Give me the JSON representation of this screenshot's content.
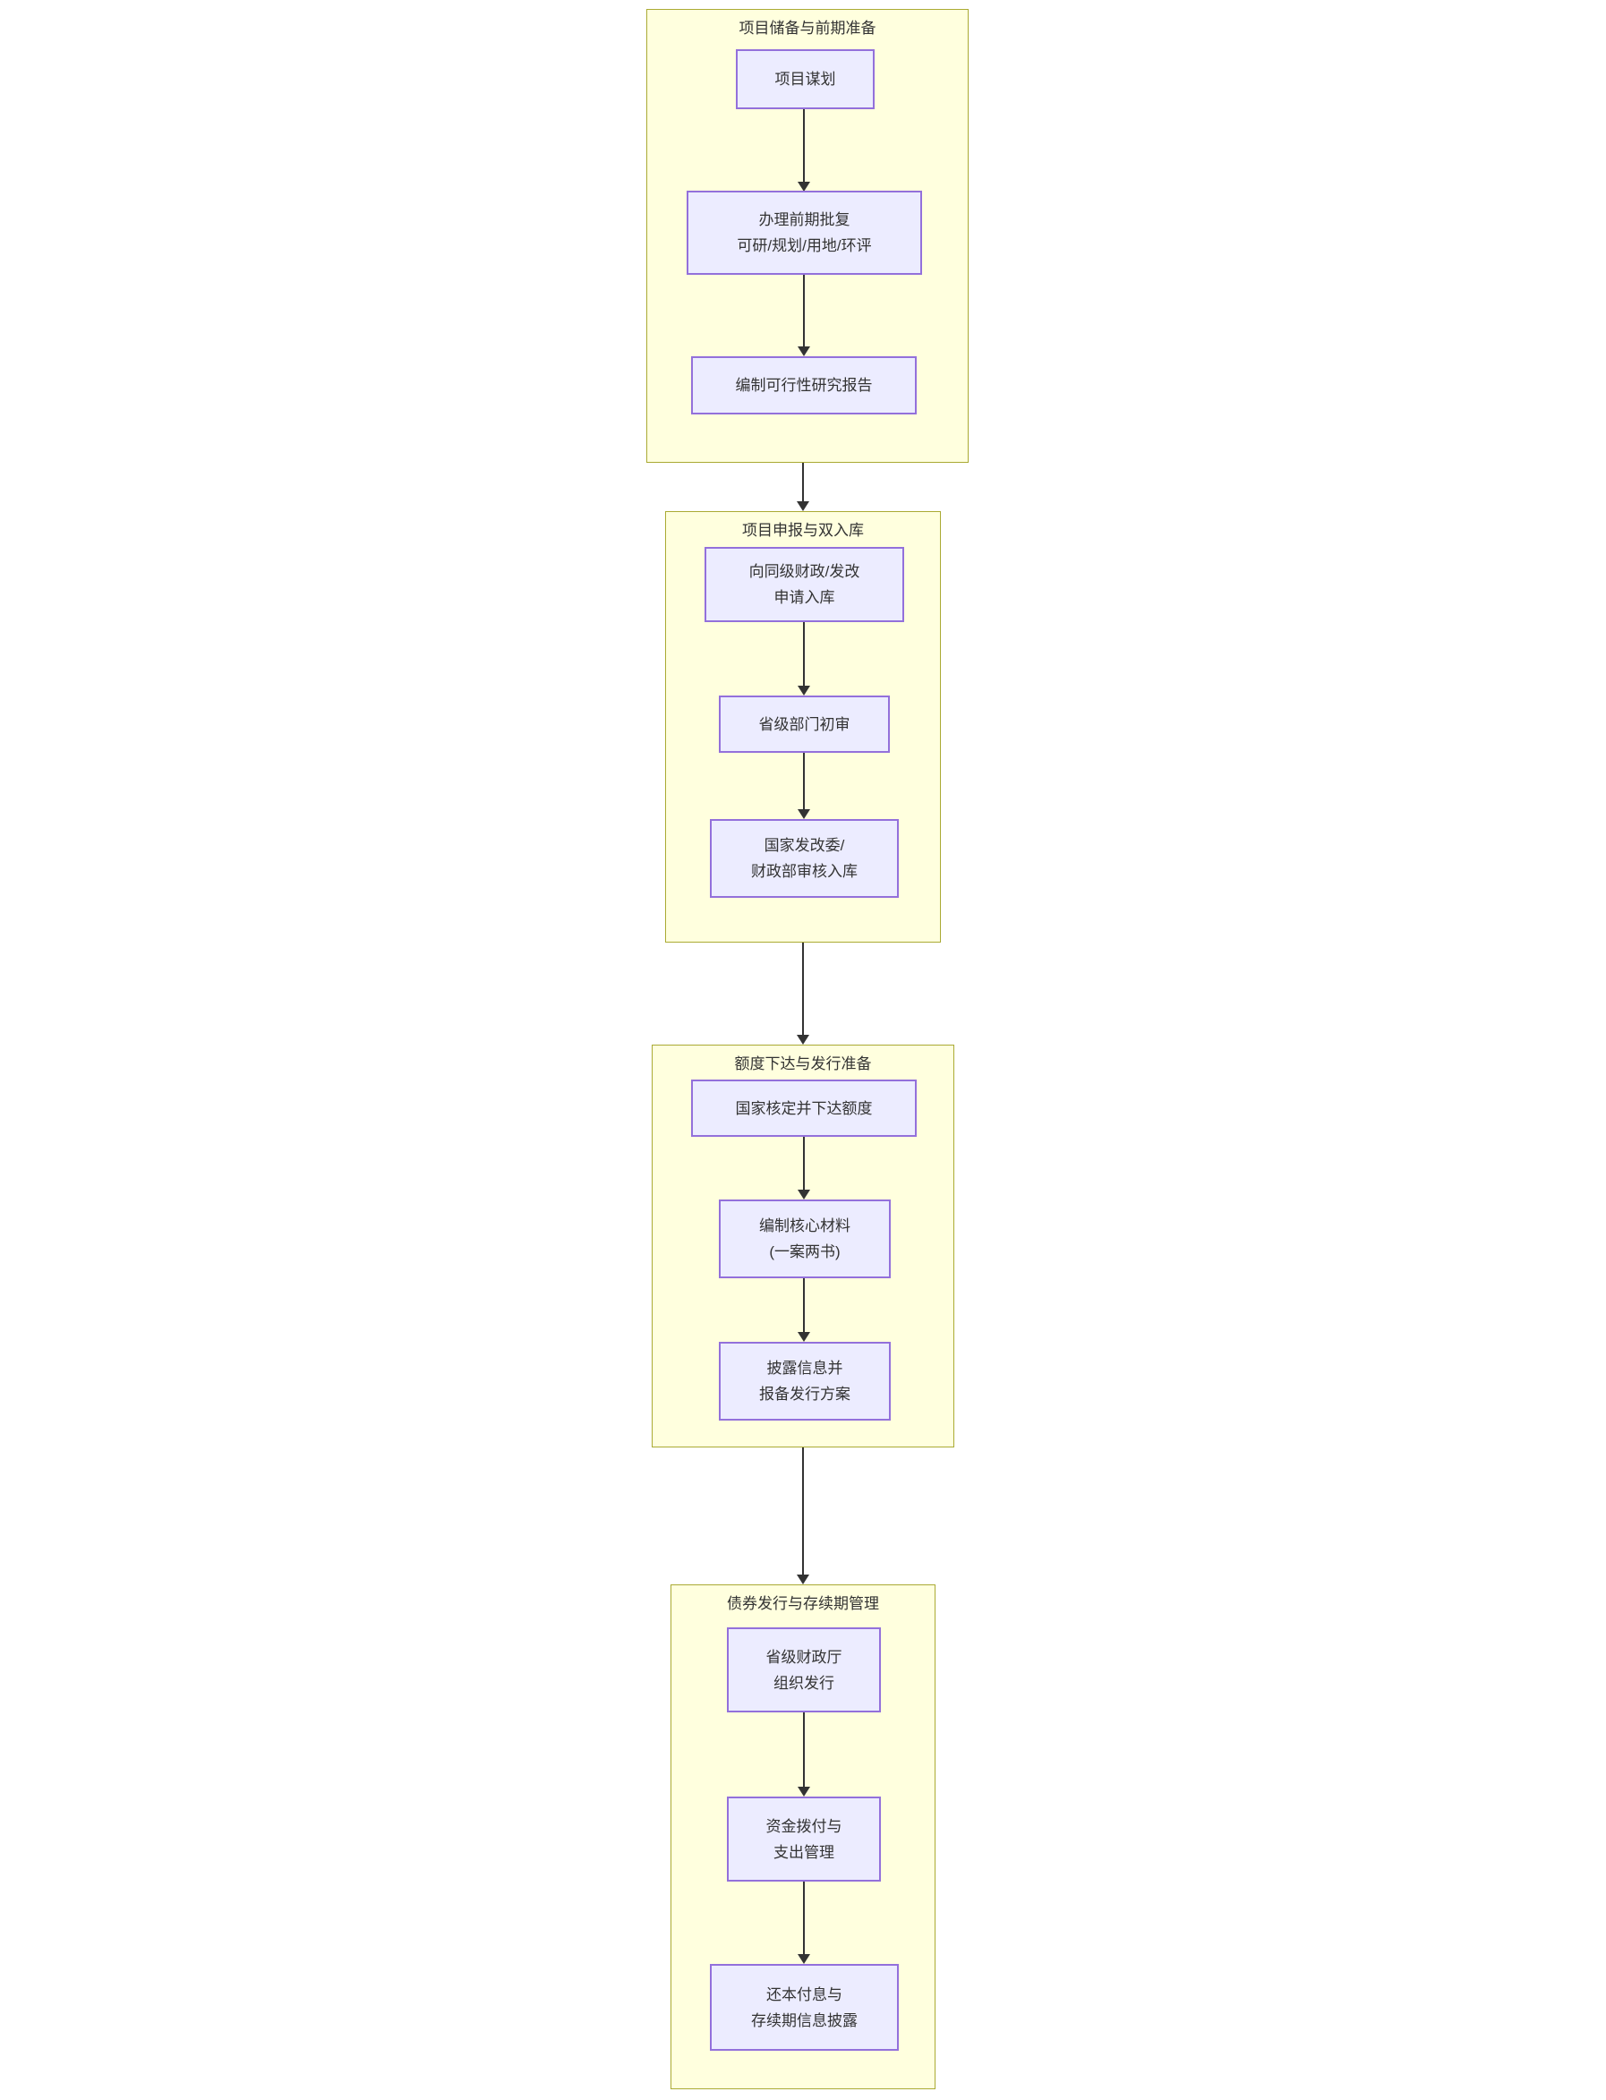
{
  "diagram": {
    "type": "flowchart",
    "direction": "top-to-bottom",
    "colors": {
      "page_background": "#ffffff",
      "section_fill": "#ffffde",
      "section_border": "#aaaa33",
      "node_fill": "#ececff",
      "node_border": "#9370db",
      "edge": "#333333",
      "text": "#333333"
    },
    "sections": [
      {
        "id": "s1",
        "title": "项目储备与前期准备",
        "boxes": [
          {
            "id": "s1b1",
            "label": "项目谋划"
          },
          {
            "id": "s1b2",
            "label": "办理前期批复\n可研/规划/用地/环评"
          },
          {
            "id": "s1b3",
            "label": "编制可行性研究报告"
          }
        ]
      },
      {
        "id": "s2",
        "title": "项目申报与双入库",
        "boxes": [
          {
            "id": "s2b1",
            "label": "向同级财政/发改\n申请入库"
          },
          {
            "id": "s2b2",
            "label": "省级部门初审"
          },
          {
            "id": "s2b3",
            "label": "国家发改委/\n财政部审核入库"
          }
        ]
      },
      {
        "id": "s3",
        "title": "额度下达与发行准备",
        "boxes": [
          {
            "id": "s3b1",
            "label": "国家核定并下达额度"
          },
          {
            "id": "s3b2",
            "label": "编制核心材料\n(一案两书)"
          },
          {
            "id": "s3b3",
            "label": "披露信息并\n报备发行方案"
          }
        ]
      },
      {
        "id": "s4",
        "title": "债券发行与存续期管理",
        "boxes": [
          {
            "id": "s4b1",
            "label": "省级财政厅\n组织发行"
          },
          {
            "id": "s4b2",
            "label": "资金拨付与\n支出管理"
          },
          {
            "id": "s4b3",
            "label": "还本付息与\n存续期信息披露"
          }
        ]
      }
    ],
    "edges": [
      "s1b1->s1b2",
      "s1b2->s1b3",
      "s1->s2",
      "s2b1->s2b2",
      "s2b2->s2b3",
      "s2->s3",
      "s3b1->s3b2",
      "s3b2->s3b3",
      "s3->s4",
      "s4b1->s4b2",
      "s4b2->s4b3"
    ]
  }
}
